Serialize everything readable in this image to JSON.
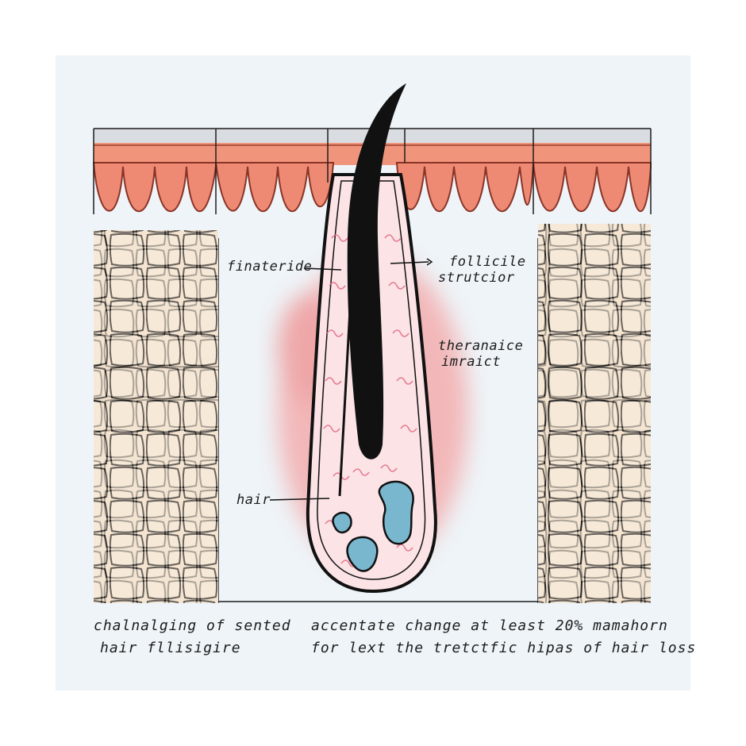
{
  "labels": {
    "finasteride": "finateride",
    "follicle_line1": "follicile",
    "follicle_line2": "strutcior",
    "therapeutic_line1": "theranaice",
    "therapeutic_line2": "imraict",
    "hair": "hair"
  },
  "captions": {
    "left_line1": "chalnalging of sented",
    "left_line2": "hair fllisigire",
    "right_line1": "accentate change at least 20% mamahorn",
    "right_line2": "for lext the tretctfic hipas of hair loss"
  },
  "colors": {
    "skin": "#f0957c",
    "skin_dark": "#d0654e",
    "tissue": "#f3e3cf",
    "hair": "#111111",
    "inner_sheath": "#e46f86",
    "papilla_blue": "#79b7cf",
    "inflammation": "#f4a3a3"
  }
}
